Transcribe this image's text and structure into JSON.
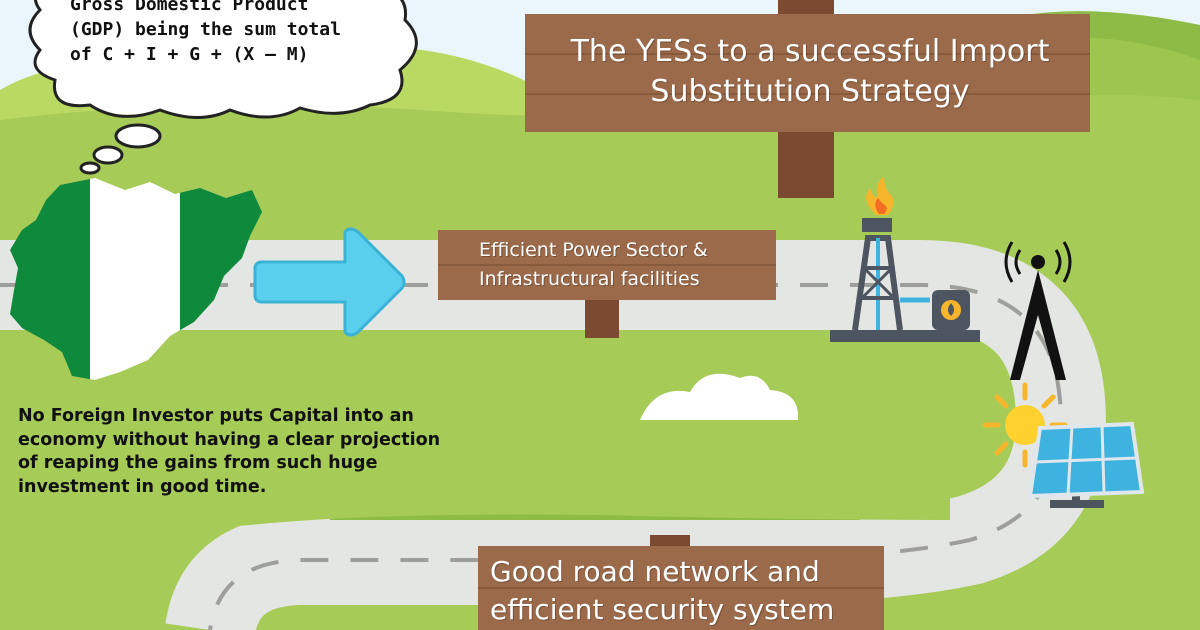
{
  "colors": {
    "sky": "#eaf6fb",
    "hill_light": "#b9d963",
    "hill_dark": "#8dbb45",
    "grass": "#a6cb57",
    "road": "#e4e6e3",
    "road_dash": "#9e9f9b",
    "sign_wood": "#9a6a4b",
    "sign_post": "#7b4a30",
    "nigeria_green": "#0f8a3c",
    "arrow_blue": "#5bd0ee"
  },
  "thought_bubble": {
    "line1": "Gross Domestic Product",
    "line2": "(GDP) being the sum total",
    "line3": "of C + I + G + (X – M)"
  },
  "main_sign": {
    "title": "The YESs to a successful Import Substitution Strategy"
  },
  "power_sign": {
    "text": "Efficient Power Sector & Infrastructural facilities"
  },
  "road_sign": {
    "text": "Good road network and efficient security system"
  },
  "investor_note": {
    "text": "No Foreign Investor puts Capital into an economy without having a clear projection of reaping the gains from such huge investment in good time."
  },
  "icons": {
    "map": "nigeria-map-flag-icon",
    "arrow": "right-arrow-icon",
    "oil_rig": "oil-rig-icon",
    "gas_tank": "gas-tank-icon",
    "flame": "flame-icon",
    "tower": "radio-tower-icon",
    "sun": "sun-icon",
    "solar_panel": "solar-panel-icon"
  }
}
